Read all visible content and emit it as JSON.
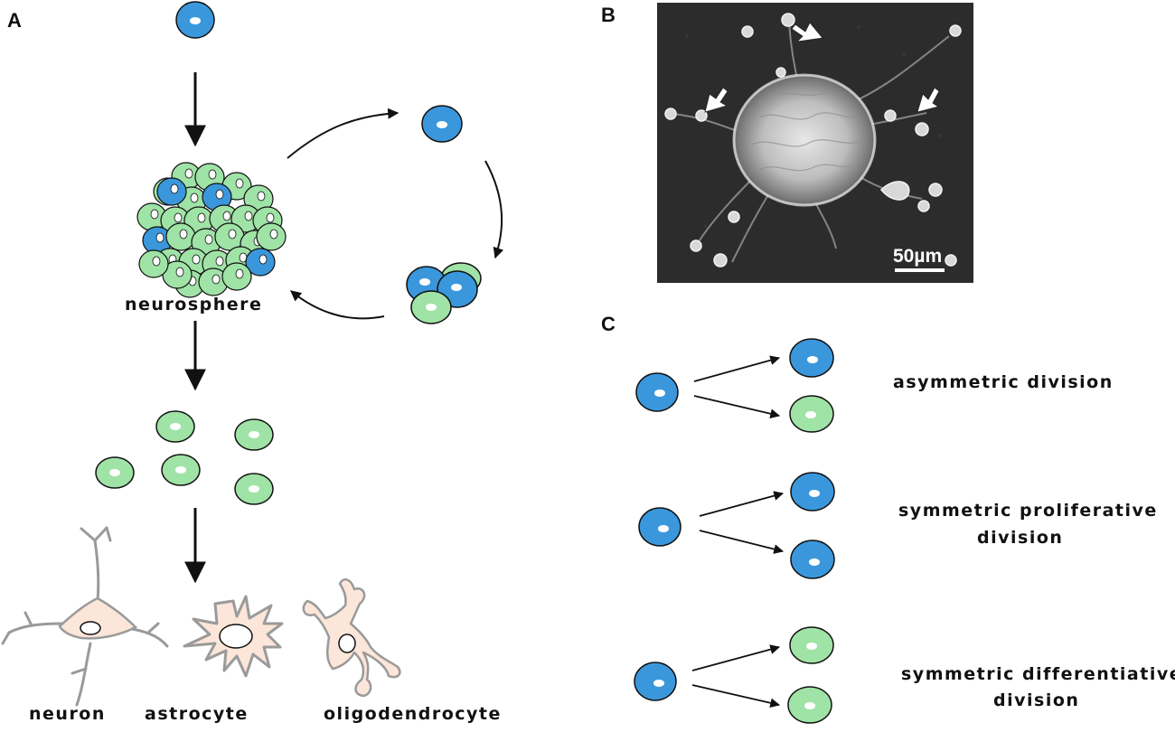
{
  "panel_letters": {
    "a": "A",
    "b": "B",
    "c": "C"
  },
  "labels": {
    "neurosphere": "neurosphere",
    "neuron": "neuron",
    "astrocyte": "astrocyte",
    "oligodendrocyte": "oligodendrocyte"
  },
  "micrograph": {
    "scale_bar": "50µm"
  },
  "division_types": {
    "asymmetric": {
      "line1": "asymmetric division",
      "line2": ""
    },
    "symmetric_proliferative": {
      "line1": "symmetric proliferative",
      "line2": "division"
    },
    "symmetric_differentiative": {
      "line1": "symmetric differentiative",
      "line2": "division"
    }
  },
  "colors": {
    "stem_cell": "#3b97dc",
    "progenitor": "#9fe3a6",
    "mature_cell_body": "#fbe6d9",
    "process": "#9a9a9a",
    "micrograph_bg": "#2c2c2c"
  }
}
